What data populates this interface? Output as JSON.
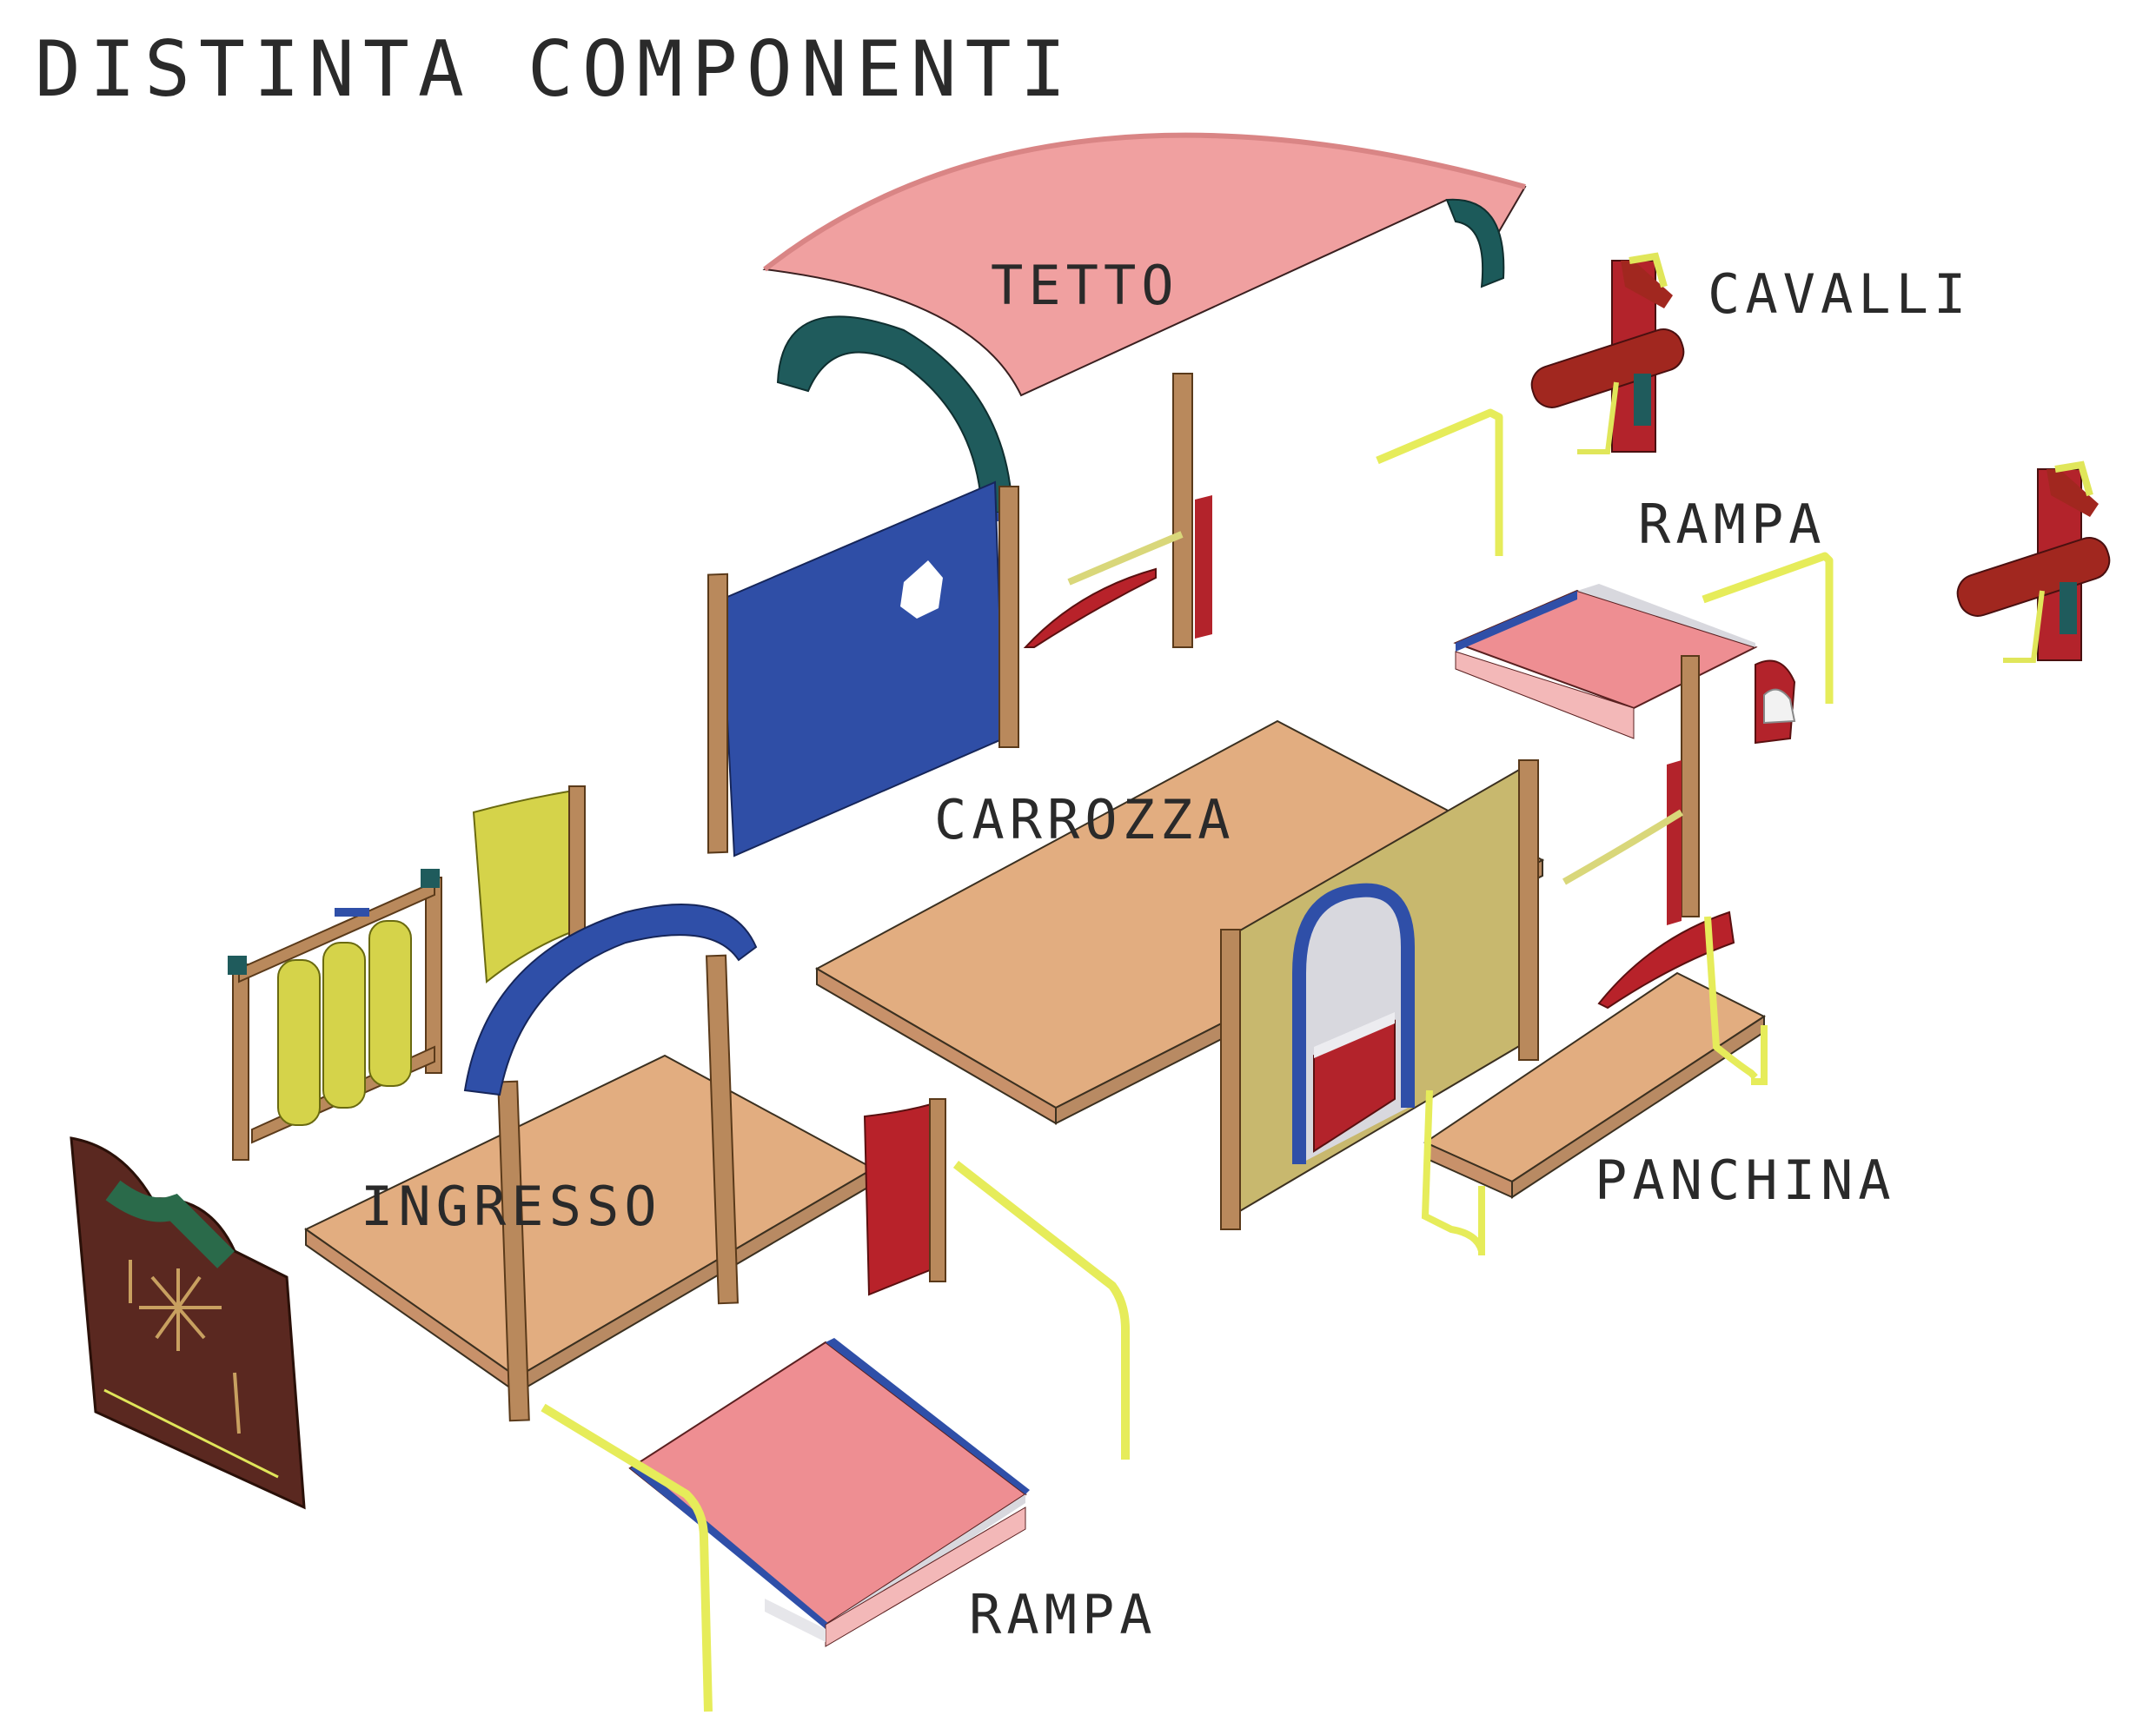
{
  "title": "DISTINTA COMPONENTI",
  "labels": {
    "tetto": "TETTO",
    "cavalli": "CAVALLI",
    "rampa_top": "RAMPA",
    "carrozza": "CARROZZA",
    "ingresso": "INGRESSO",
    "panchina": "PANCHINA",
    "rampa_bottom": "RAMPA"
  },
  "colors": {
    "roof_pink": "#f29b9a",
    "roof_arch": "#1c5a5a",
    "wall_blue": "#2f4fa8",
    "wood_floor": "#e2ad80",
    "post_wood": "#b9895c",
    "olive_wall": "#c9b96a",
    "yellow_rail": "#e0e65a",
    "red": "#b8222a",
    "ramp_surface": "#e88a8e",
    "ramp_grey": "#d6d6dc",
    "panel_dark": "#5a2a20"
  }
}
